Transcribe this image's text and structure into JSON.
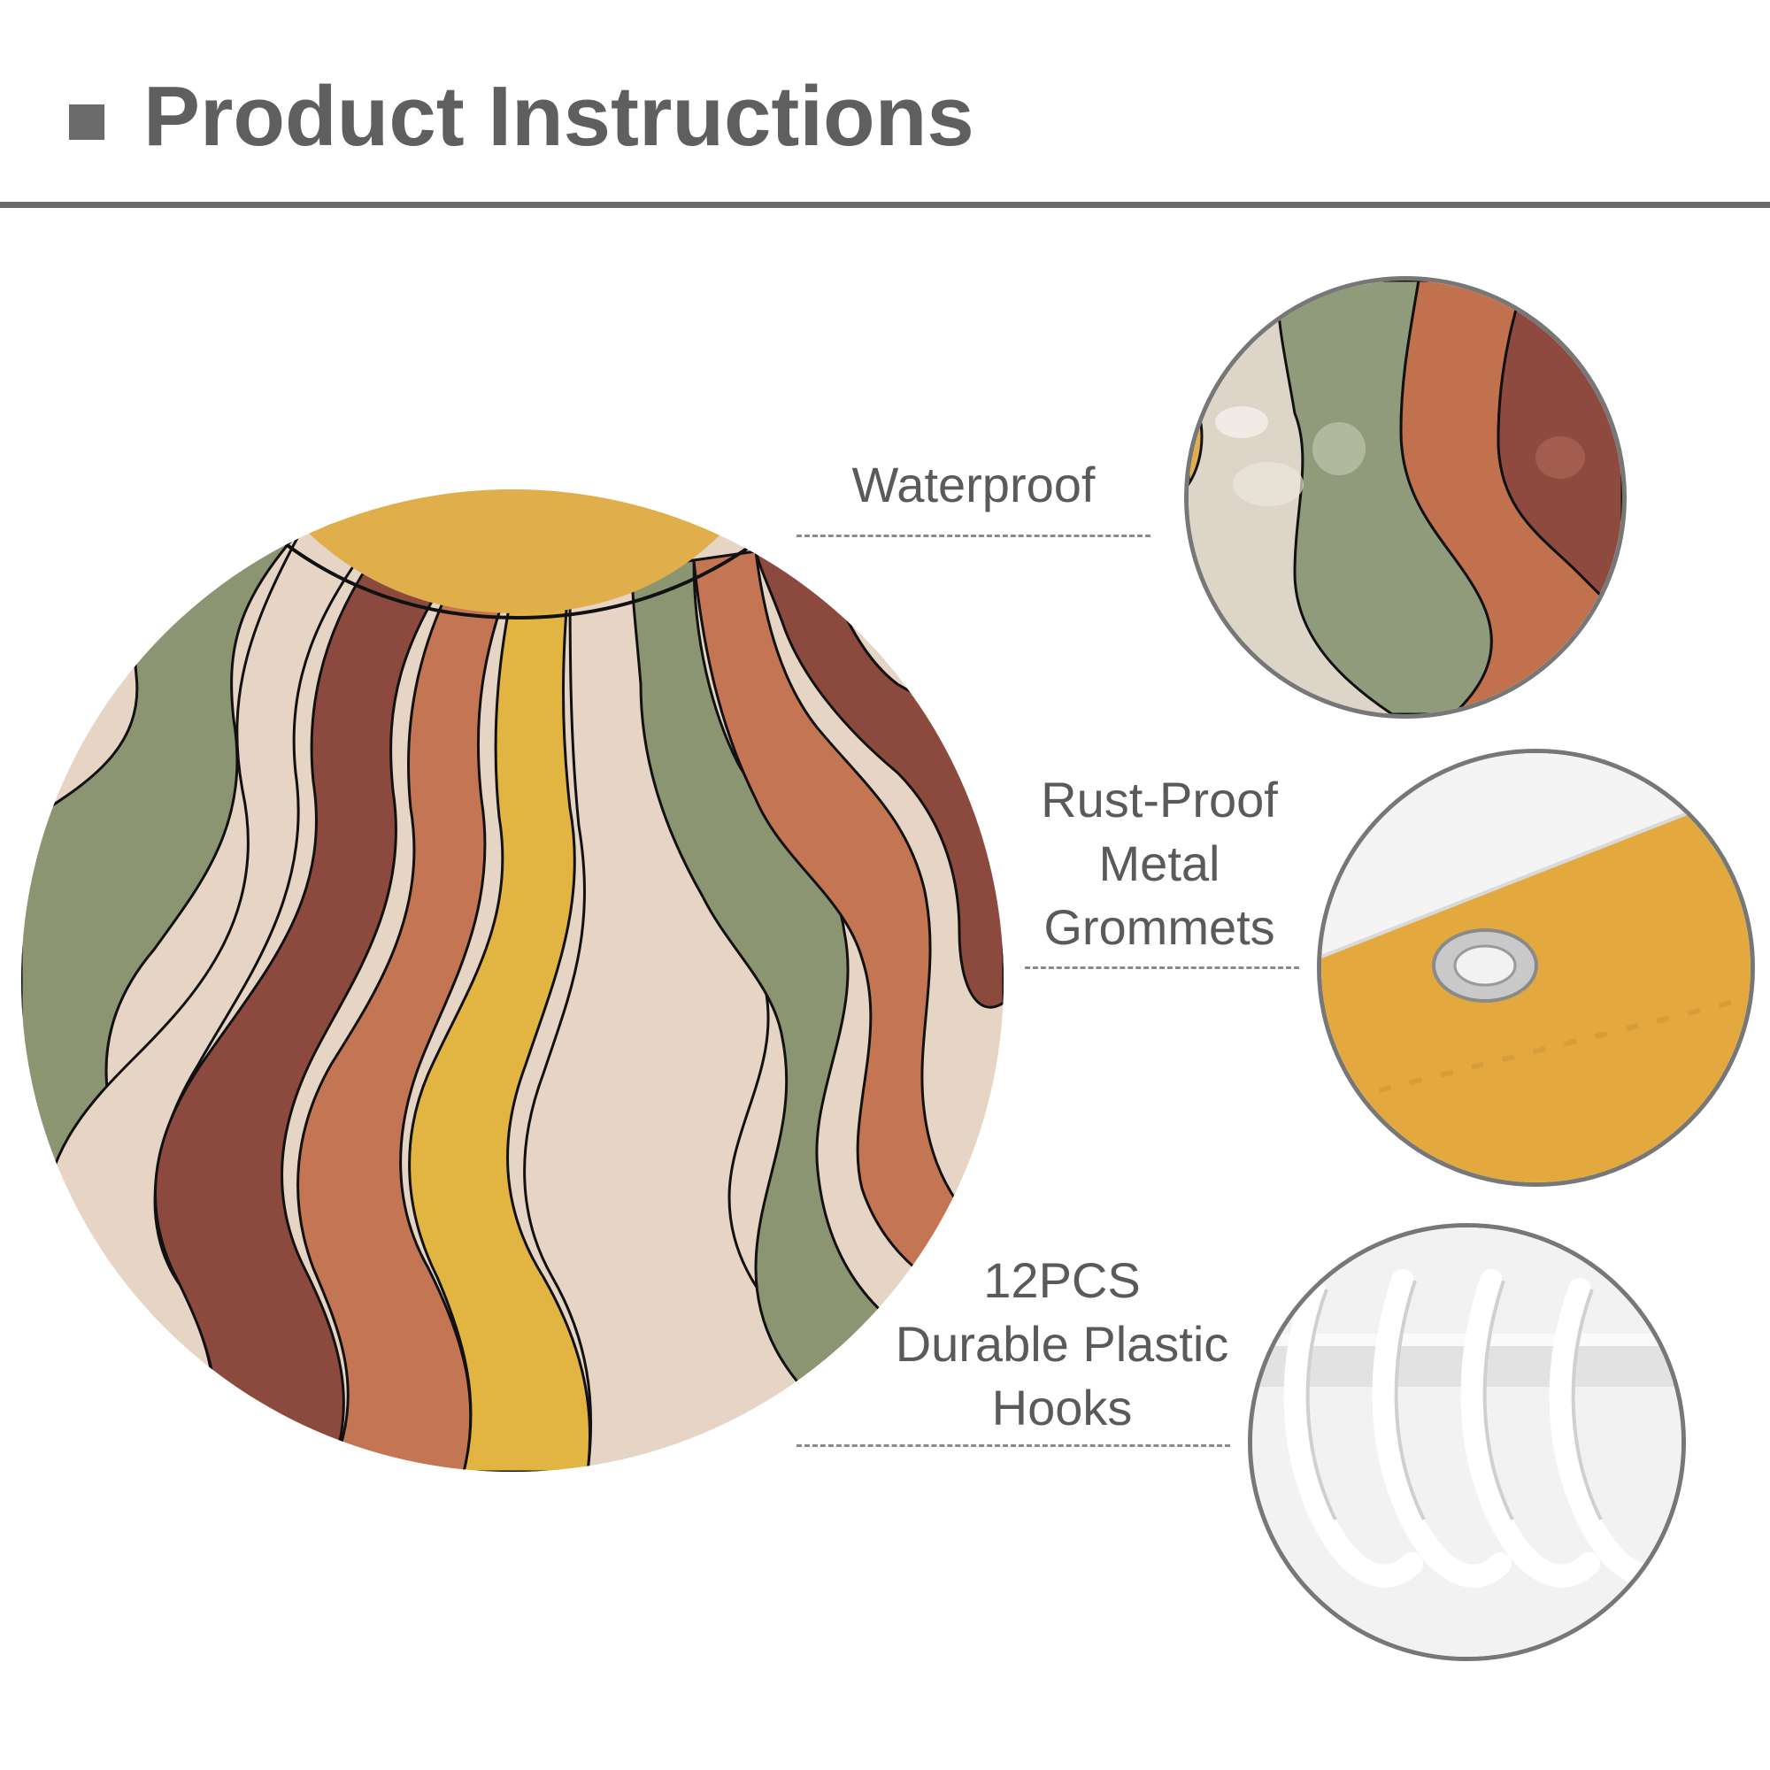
{
  "header": {
    "title": "Product Instructions"
  },
  "features": [
    {
      "id": "waterproof",
      "lines": [
        "Waterproof"
      ]
    },
    {
      "id": "grommets",
      "lines": [
        "Rust-Proof",
        "Metal",
        "Grommets"
      ]
    },
    {
      "id": "hooks",
      "lines": [
        "12PCS",
        "Durable Plastic",
        "Hooks"
      ]
    }
  ],
  "colors": {
    "header_gray": "#5f5f5f",
    "mustard": "#e0ae4a",
    "sage": "#8c9572",
    "cream": "#e6d4c5",
    "rust": "#8c4a3e",
    "terracotta": "#c47654",
    "yellow": "#e2b542"
  }
}
